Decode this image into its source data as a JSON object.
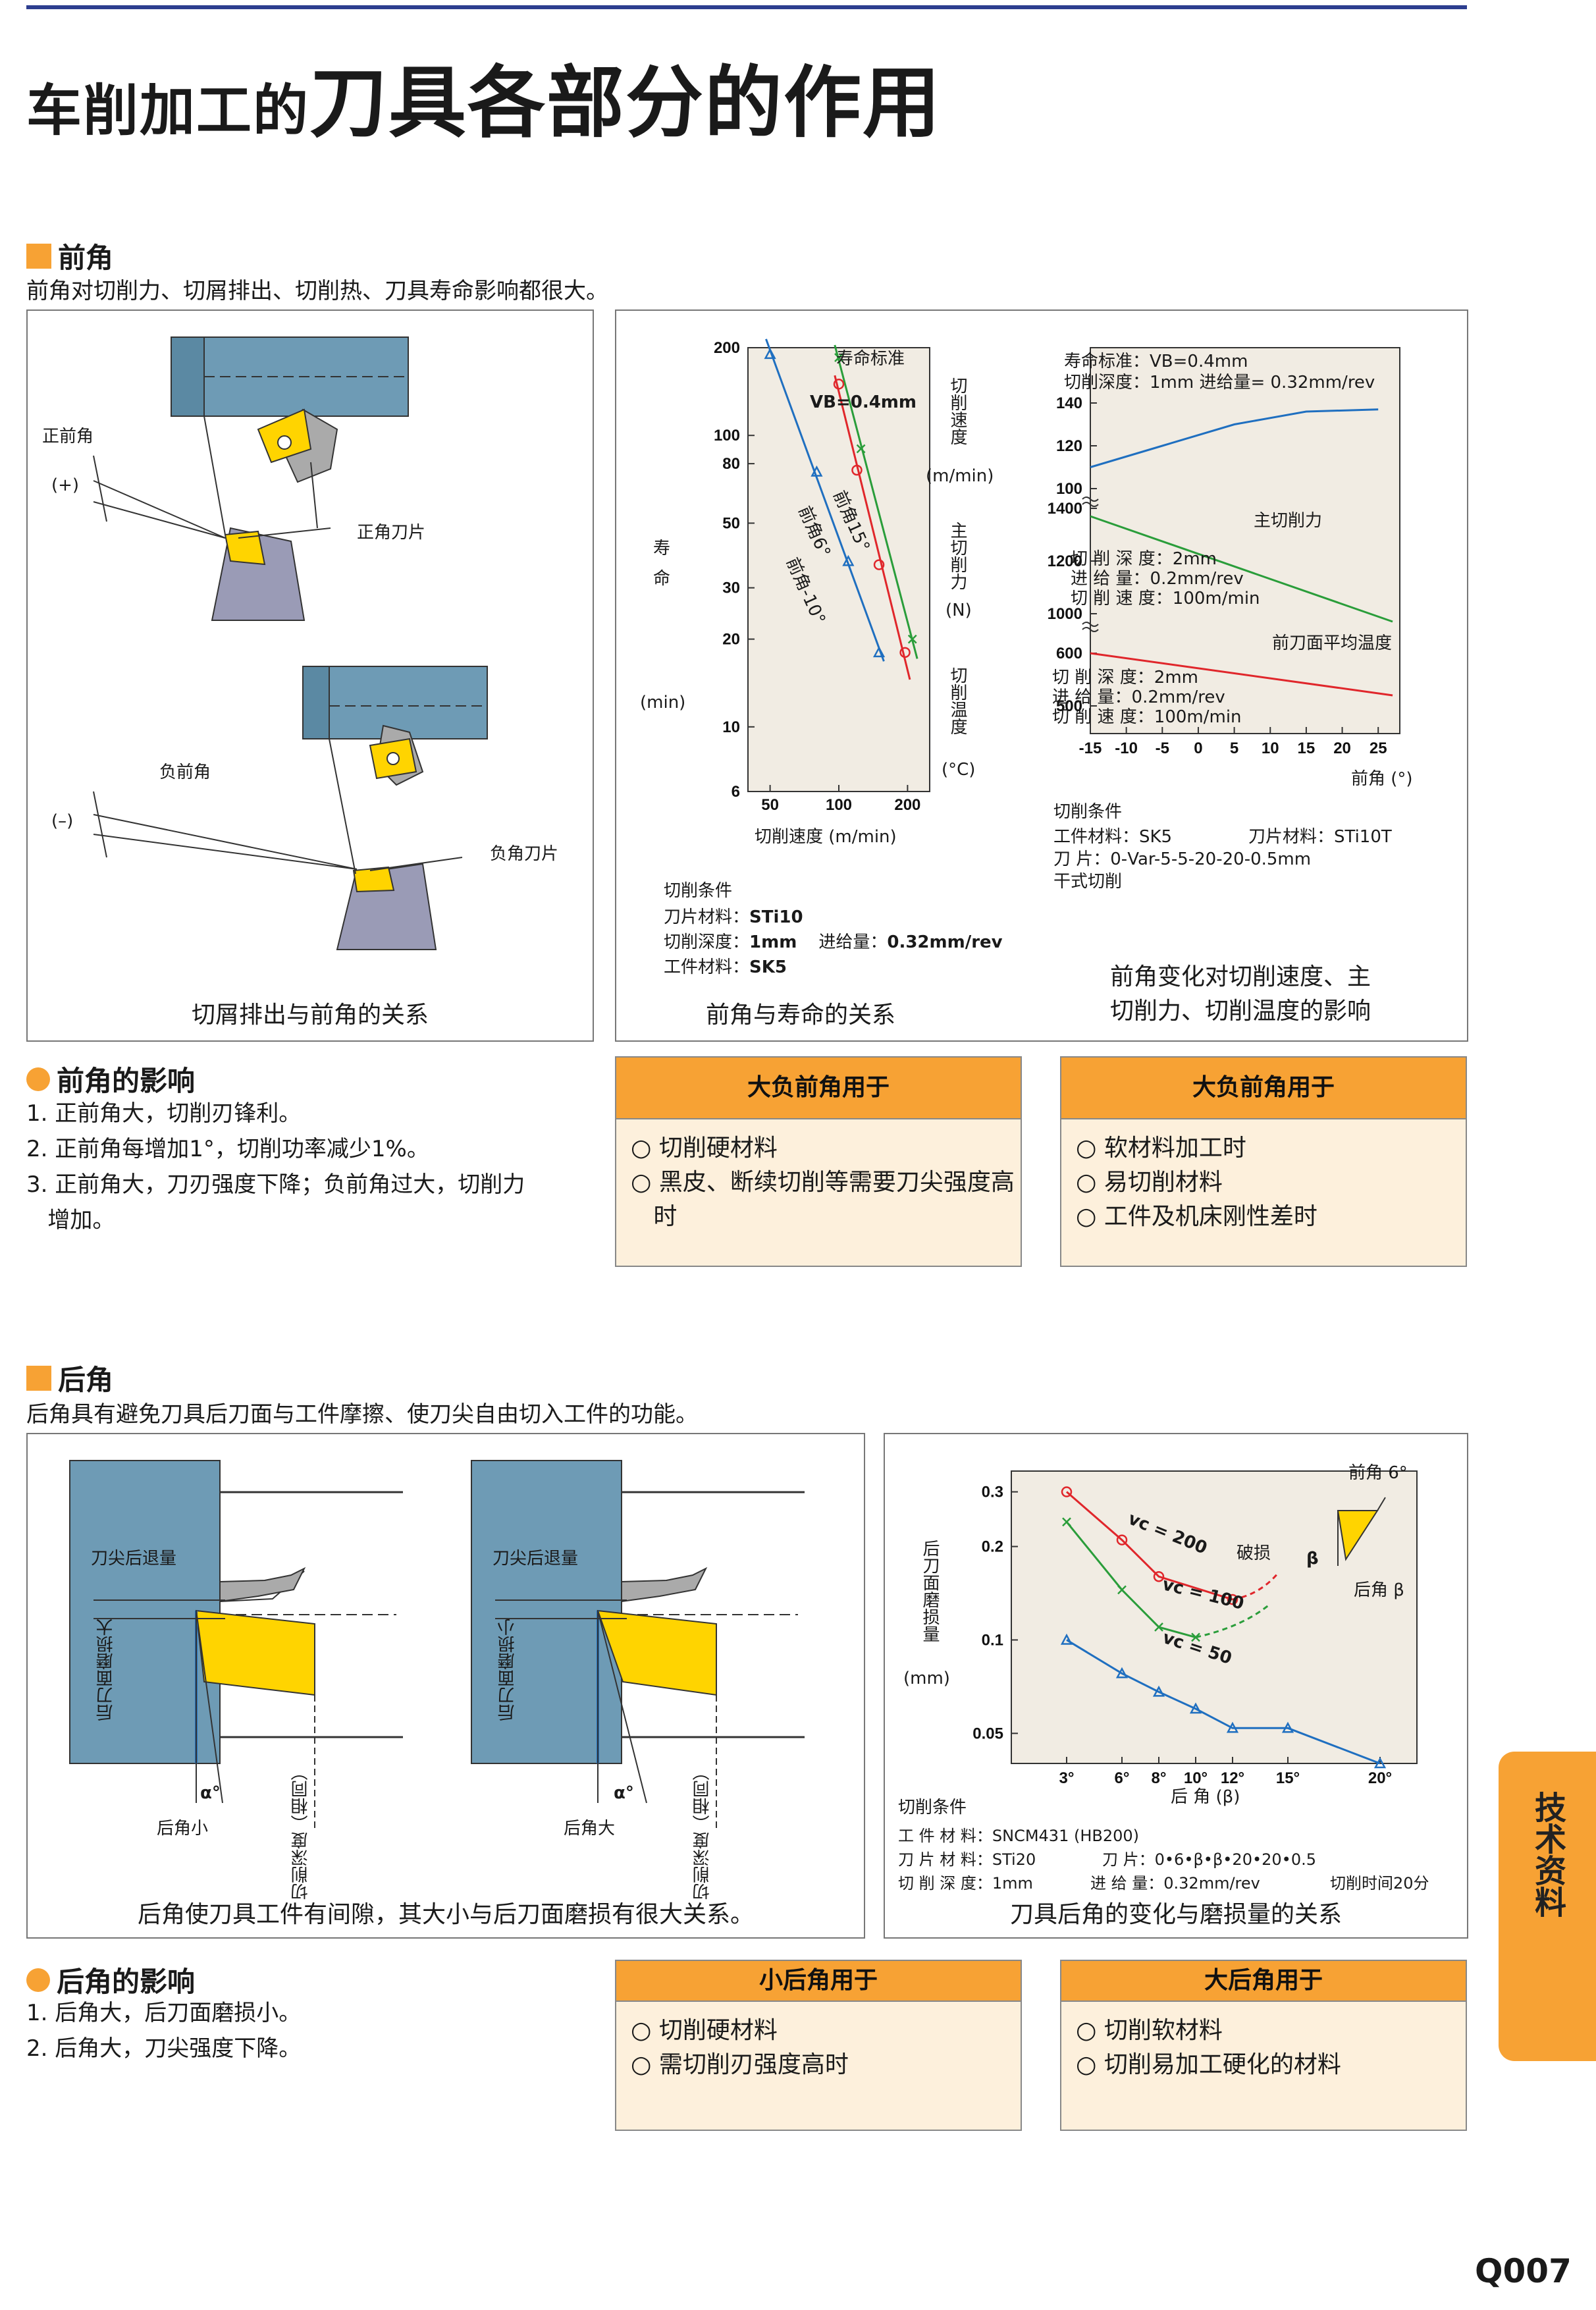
{
  "page": {
    "title_small": "车削加工的",
    "title_big": "刀具各部分的作用",
    "page_number": "Q007",
    "side_tab": "技术资料"
  },
  "rake": {
    "heading": "前角",
    "desc": "前角对切削力、切屑排出、切削热、刀具寿命影响都很大。",
    "fig1": {
      "positive_angle": "正前角",
      "plus": "(+)",
      "positive_insert": "正角刀片",
      "negative_angle": "负前角",
      "minus": "(–)",
      "negative_insert": "负角刀片",
      "caption": "切屑排出与前角的关系"
    },
    "fig2": {
      "caption": "前角与寿命的关系",
      "y_label_1": "寿",
      "y_label_2": "命",
      "y_unit": "(min)",
      "x_label": "切削速度 (m/min)",
      "standard": "寿命标准",
      "vb": "VB=0.4mm",
      "line_labels": [
        "前角15°",
        "前角6°",
        "前角-10°"
      ],
      "conditions_title": "切削条件",
      "cond_tool": "刀片材料：",
      "cond_tool_v": "STi10",
      "cond_depth": "切削深度：",
      "cond_depth_v": "1mm",
      "cond_feed": "进给量：",
      "cond_feed_v": "0.32mm/rev",
      "cond_work": "工件材料：",
      "cond_work_v": "SK5"
    },
    "fig3": {
      "caption_1": "前角变化对切削速度、主",
      "caption_2": "切削力、切削温度的影响",
      "y1": "切削速度",
      "y1u": "(m/min)",
      "y2": "主切削力",
      "y2u": "(N)",
      "y3": "切削温度",
      "y3u": "(°C)",
      "x_label": "前角 (°)",
      "top_note_1": "寿命标准：VB=0.4mm",
      "top_note_2": "切削深度：1mm  进给量= 0.32mm/rev",
      "force_label": "主切削力",
      "mid_note_1": "切 削 深 度：2mm",
      "mid_note_2": "进  给  量：0.2mm/rev",
      "mid_note_3": "切 削 速 度：100m/min",
      "temp_label": "前刀面平均温度",
      "low_note_1": "切 削 深 度：2mm",
      "low_note_2": "进  给  量：0.2mm/rev",
      "low_note_3": "切 削 速 度：100m/min",
      "cond_title": "切削条件",
      "cond_1": "工件材料：SK5",
      "cond_1b": "刀片材料：STi10T",
      "cond_2": "刀      片：0-Var-5-5-20-20-0.5mm",
      "cond_3": "干式切削"
    },
    "effects": {
      "heading": "前角的影响",
      "items": [
        "1. 正前角大，切削刃锋利。",
        "2. 正前角每增加1°，切削功率减少1%。",
        "3. 正前角大，刀刃强度下降；负前角过大，切削力",
        "   增加。"
      ]
    },
    "box1": {
      "title": "大负前角用于",
      "items": [
        "○ 切削硬材料",
        "○ 黑皮、断续切削等需要刀尖强度高",
        "   时"
      ]
    },
    "box2": {
      "title": "大负前角用于",
      "items": [
        "○ 软材料加工时",
        "○ 易切削材料",
        "○ 工件及机床刚性差时"
      ]
    }
  },
  "relief": {
    "heading": "后角",
    "desc": "后角具有避免刀具后刀面与工件摩擦、使刀尖自由切入工件的功能。",
    "fig1": {
      "retreat": "刀尖后退量",
      "wear_small": "后刀面磨损大",
      "wear_large": "后刀面磨损小",
      "alpha": "α°",
      "small": "后角小",
      "large": "后角大",
      "depth": "切削深度（相同）",
      "caption": "后角使刀具工件有间隙，其大小与后刀面磨损有很大关系。"
    },
    "fig2": {
      "caption": "刀具后角的变化与磨损量的关系",
      "y_label": "后刀面磨损量",
      "y_unit": "(mm)",
      "x_label": "后  角 (β)",
      "rake6": "前角 6°",
      "beta": "β",
      "relief_beta": "后角 β",
      "breakage": "破损",
      "series": [
        "vc = 200",
        "vc = 100",
        "vc = 50"
      ],
      "cond_title": "切削条件",
      "cond_1": "工 件 材 料：SNCM431 (HB200)",
      "cond_2a": "刀 片 材 料：STi20",
      "cond_2b": "刀           片：0•6•β•β•20•20•0.5",
      "cond_3a": "切 削 深 度：1mm",
      "cond_3b": "进    给    量：0.32mm/rev",
      "cond_3c": "切削时间20分"
    },
    "effects": {
      "heading": "后角的影响",
      "items": [
        "1. 后角大，后刀面磨损小。",
        "2. 后角大，刀尖强度下降。"
      ]
    },
    "box1": {
      "title": "小后角用于",
      "items": [
        "○ 切削硬材料",
        "○ 需切削刃强度高时"
      ]
    },
    "box2": {
      "title": "大后角用于",
      "items": [
        "○ 切削软材料",
        "○ 切削易加工硬化的材料"
      ]
    }
  },
  "chart_data": [
    {
      "type": "line",
      "title": "前角与寿命的关系",
      "xlabel": "切削速度 (m/min)",
      "ylabel": "寿命 (min)",
      "x_scale": "log",
      "y_scale": "log",
      "xlim": [
        40,
        250
      ],
      "ylim": [
        6,
        200
      ],
      "x_ticks": [
        50,
        100,
        200
      ],
      "y_ticks": [
        6,
        10,
        20,
        30,
        50,
        80,
        100,
        200
      ],
      "series": [
        {
          "name": "前角15°",
          "color": "#2a9d3a",
          "marker": "x",
          "x": [
            100,
            125,
            210
          ],
          "y": [
            185,
            90,
            20
          ]
        },
        {
          "name": "前角6°",
          "color": "#e0262b",
          "marker": "o",
          "x": [
            100,
            120,
            150,
            195
          ],
          "y": [
            150,
            76,
            36,
            18
          ]
        },
        {
          "name": "前角-10°",
          "color": "#1f6fc0",
          "marker": "triangle",
          "x": [
            50,
            80,
            110,
            150
          ],
          "y": [
            190,
            75,
            37,
            18
          ]
        }
      ]
    },
    {
      "type": "line",
      "title": "前角变化对切削速度、主切削力、切削温度的影响",
      "xlabel": "前角 (°)",
      "x_ticks": [
        -15,
        -10,
        -5,
        0,
        5,
        10,
        15,
        20,
        25
      ],
      "xlim": [
        -15,
        28
      ],
      "panels": [
        {
          "ylabel": "切削速度 (m/min)",
          "y_ticks": [
            100,
            120,
            140
          ],
          "series": [
            {
              "name": "切削速度",
              "color": "#1f6fc0",
              "x": [
                -15,
                -5,
                5,
                15,
                25
              ],
              "y": [
                110,
                120,
                130,
                136,
                137
              ]
            }
          ]
        },
        {
          "ylabel": "主切削力 (N)",
          "y_ticks": [
            1000,
            1200,
            1400
          ],
          "series": [
            {
              "name": "主切削力",
              "color": "#2a9d3a",
              "x": [
                -15,
                27
              ],
              "y": [
                1370,
                970
              ]
            }
          ]
        },
        {
          "ylabel": "切削温度 (°C)",
          "y_ticks": [
            500,
            600
          ],
          "series": [
            {
              "name": "前刀面平均温度",
              "color": "#e0262b",
              "x": [
                -15,
                27
              ],
              "y": [
                600,
                520
              ]
            }
          ]
        }
      ]
    },
    {
      "type": "line",
      "title": "刀具后角的变化与磨损量的关系",
      "xlabel": "后 角 (β)",
      "ylabel": "后刀面磨损量 (mm)",
      "y_scale": "log",
      "xlim": [
        0,
        22
      ],
      "ylim": [
        0.04,
        0.35
      ],
      "x_ticks": [
        "3°",
        "6°",
        "8°",
        "10°",
        "12°",
        "15°",
        "20°"
      ],
      "y_ticks": [
        0.05,
        0.1,
        0.2,
        0.3
      ],
      "series": [
        {
          "name": "vc = 200",
          "color": "#e0262b",
          "marker": "o",
          "x": [
            3,
            6,
            8,
            12
          ],
          "y": [
            0.3,
            0.21,
            0.16,
            0.135
          ]
        },
        {
          "name": "vc = 100",
          "color": "#2a9d3a",
          "marker": "x",
          "x": [
            3,
            6,
            8,
            10
          ],
          "y": [
            0.24,
            0.145,
            0.11,
            0.102
          ]
        },
        {
          "name": "vc = 50",
          "color": "#1f6fc0",
          "marker": "triangle",
          "x": [
            3,
            6,
            8,
            10,
            12,
            15,
            20
          ],
          "y": [
            0.1,
            0.078,
            0.068,
            0.06,
            0.052,
            0.052,
            0.04
          ]
        }
      ]
    }
  ]
}
